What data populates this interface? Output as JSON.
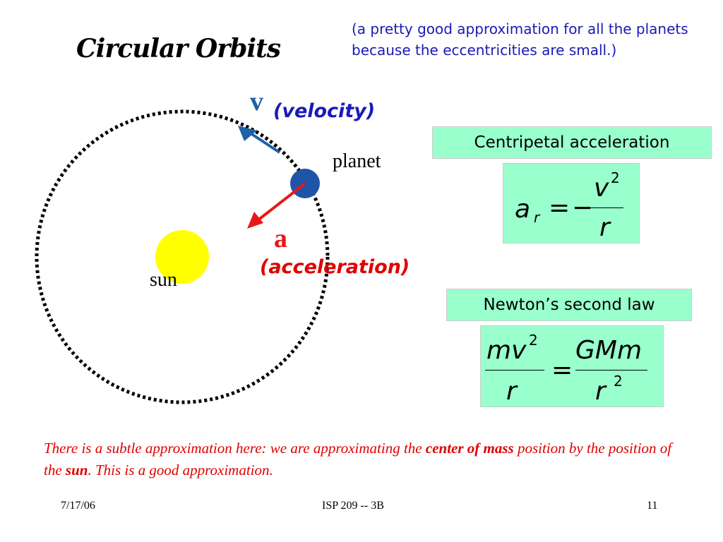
{
  "slide": {
    "title": "Circular Orbits",
    "note": "(a pretty good approximation for all the planets because the eccentricities are small.)"
  },
  "diagram": {
    "velocity_symbol": "v",
    "velocity_label": "(velocity)",
    "planet_label": "planet",
    "acceleration_symbol": "a",
    "acceleration_label": "(acceleration)",
    "sun_label": "sun",
    "colors": {
      "velocity": "#2060a8",
      "acceleration": "#e81818",
      "sun": "#ffff00",
      "planet": "#1f55a8",
      "velocity_text": "#1a1ab8",
      "acceleration_text": "#e00000",
      "box_fill": "#99ffcc"
    }
  },
  "centripetal": {
    "heading": "Centripetal acceleration",
    "formula": {
      "lhs": "a",
      "lhs_sub": "r",
      "eq": "=",
      "minus": "−",
      "numerator": "v",
      "numerator_exp": "2",
      "denominator": "r"
    }
  },
  "newton": {
    "heading": "Newton’s second law",
    "formula": {
      "left_num": "mv",
      "left_num_exp": "2",
      "left_den": "r",
      "eq": "=",
      "right_num": "GMm",
      "right_den": "r",
      "right_den_exp": "2"
    }
  },
  "footnote": {
    "part1": "There is a subtle approximation here: we are approximating the ",
    "bold1": "center of mass",
    "part2": " position by the position of the ",
    "bold2": "sun",
    "part3": ". This is a good approximation."
  },
  "footer": {
    "date": "7/17/06",
    "course": "ISP 209 -- 3B",
    "page": "11"
  }
}
